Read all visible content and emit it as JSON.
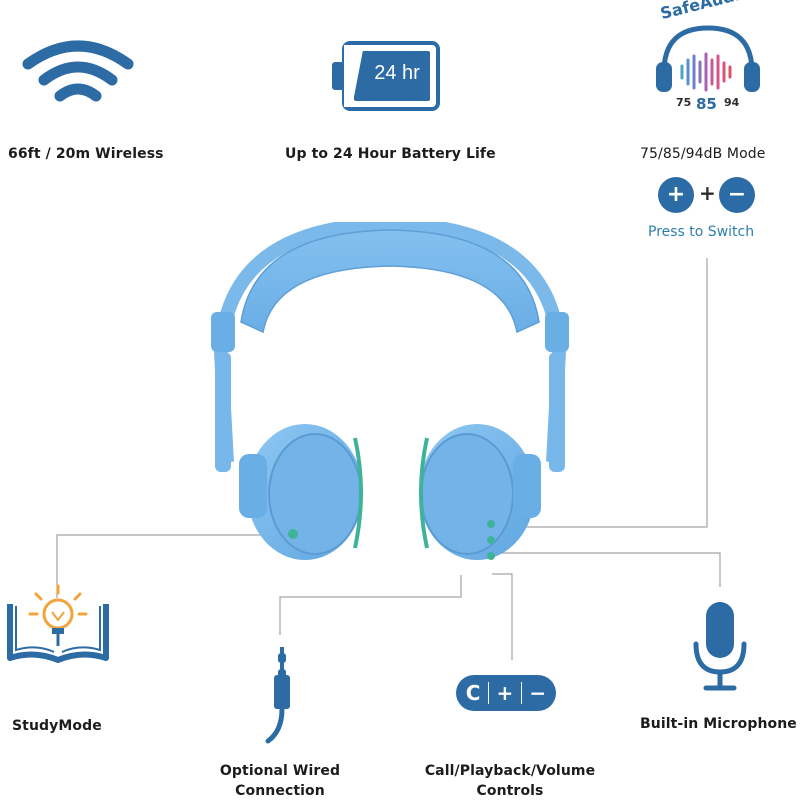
{
  "colors": {
    "icon_blue": "#2d6ba5",
    "headphone_blue": "#6fb4ec",
    "accent_teal": "#3fb39a",
    "connector_line": "#9e9e9e"
  },
  "features": {
    "wireless": {
      "label": "66ft / 20m Wireless",
      "icon": "wifi-icon"
    },
    "battery": {
      "label": "Up to 24 Hour Battery Life",
      "icon_text": "24 hr",
      "icon": "battery-icon"
    },
    "safeaudio": {
      "logo_text": "SafeAudio",
      "levels": [
        "75",
        "85",
        "94"
      ],
      "label": "75/85/94dB Mode",
      "plus": "+",
      "minus": "−",
      "joiner": "+",
      "switch_text": "Press to Switch"
    },
    "studymode": {
      "label": "StudyMode",
      "icon": "book-lightbulb-icon"
    },
    "wired": {
      "label_line1": "Optional Wired",
      "label_line2": "Connection",
      "icon": "audio-jack-icon"
    },
    "controls": {
      "label_line1": "Call/Playback/Volume",
      "label_line2": "Controls",
      "btn_call": "C",
      "btn_plus": "+",
      "btn_minus": "−"
    },
    "microphone": {
      "label": "Built-in Microphone",
      "icon": "microphone-icon"
    }
  }
}
